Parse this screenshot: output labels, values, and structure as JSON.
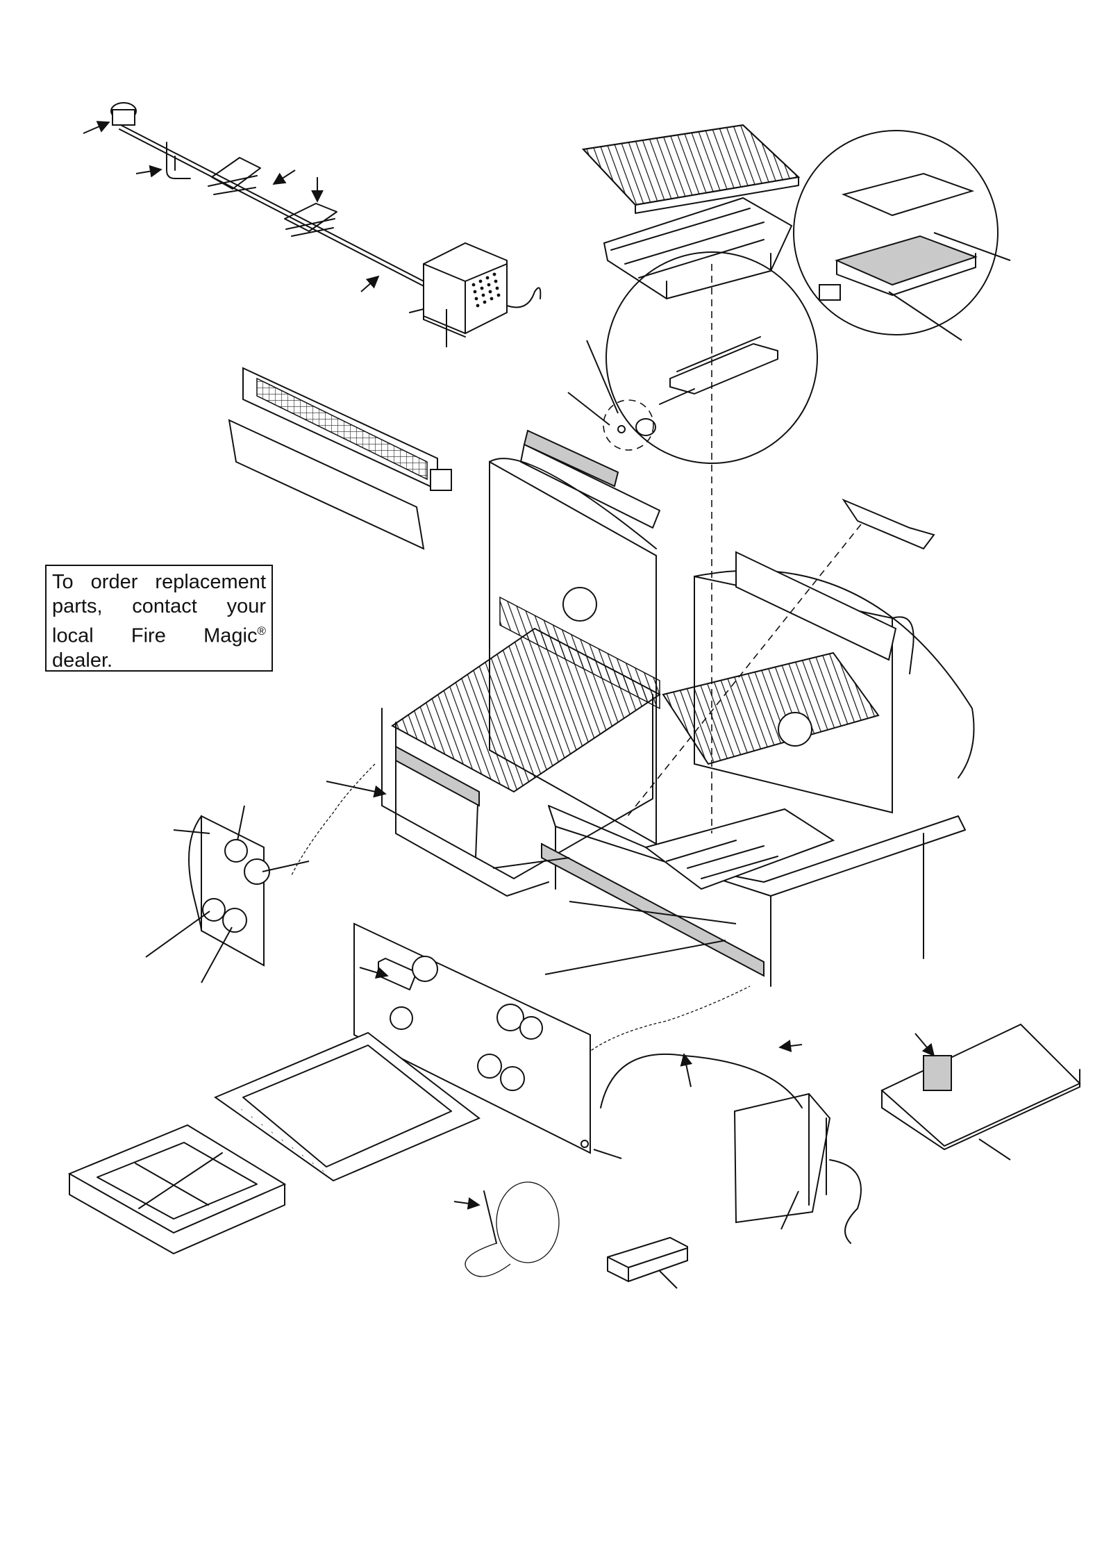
{
  "note": {
    "line1": "To order replacement",
    "line2": "parts, contact your",
    "line3": "local Fire Magic",
    "line3_mark": "®",
    "line4": "dealer."
  },
  "icons": [
    "rotisserie-kit",
    "cooking-grid",
    "heat-diffuser",
    "burner",
    "infrared-burner",
    "infrared-backburner",
    "grill-hood",
    "control-panel",
    "drip-tray",
    "smoker-box",
    "side-burner",
    "transformer",
    "meat-probe",
    "battery-box"
  ]
}
